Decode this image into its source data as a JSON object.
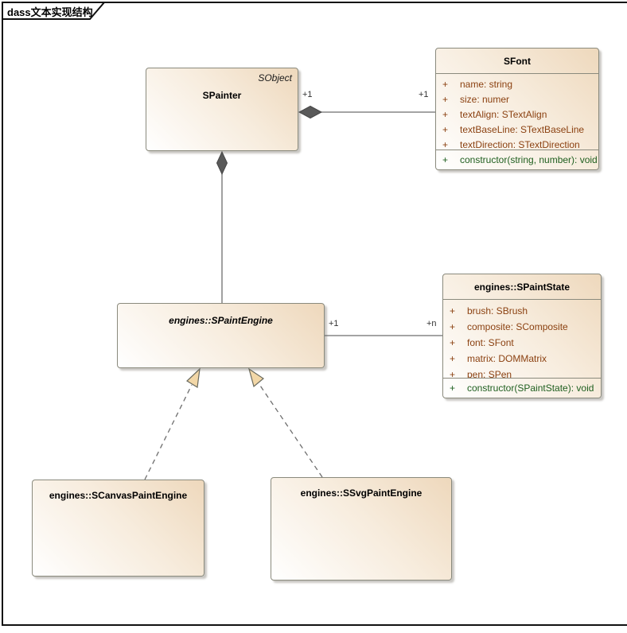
{
  "frame": {
    "title": "dass文本实现结构"
  },
  "classes": {
    "spainter": {
      "name": "SPainter",
      "stereotype": "SObject"
    },
    "sfont": {
      "name": "SFont",
      "attributes": [
        [
          "+",
          "name: string"
        ],
        [
          "+",
          "size: numer"
        ],
        [
          "+",
          "textAlign: STextAlign"
        ],
        [
          "+",
          "textBaseLine: STextBaseLine"
        ],
        [
          "+",
          "textDirection: STextDirection"
        ]
      ],
      "operations": [
        [
          "+",
          "constructor(string, number): void"
        ]
      ]
    },
    "spaintengine": {
      "name": "engines::SPaintEngine",
      "abstract": true
    },
    "spaintstate": {
      "name": "engines::SPaintState",
      "attributes": [
        [
          "+",
          "brush: SBrush"
        ],
        [
          "+",
          "composite: SComposite"
        ],
        [
          "+",
          "font: SFont"
        ],
        [
          "+",
          "matrix: DOMMatrix"
        ],
        [
          "+",
          "pen: SPen"
        ]
      ],
      "operations": [
        [
          "+",
          "constructor(SPaintState): void"
        ]
      ]
    },
    "scanvaspaintengine": {
      "name": "engines::SCanvasPaintEngine"
    },
    "ssvgpaintengine": {
      "name": "engines::SSvgPaintEngine"
    }
  },
  "relationships": {
    "spainter_sfont": {
      "type": "composition",
      "source_mult": "+1",
      "target_mult": "+1"
    },
    "spainter_spaintengine": {
      "type": "composition"
    },
    "spaintengine_spaintstate": {
      "type": "association",
      "source_mult": "+1",
      "target_mult": "+n"
    },
    "scanvas_generalization": {
      "type": "generalization"
    },
    "ssvg_generalization": {
      "type": "generalization"
    }
  },
  "colors": {
    "attribute_text": "#8b4111",
    "operation_text": "#1e5e1e",
    "box_border": "#8a8a7d",
    "box_fill_dark": "#eed8bc",
    "diamond_fill": "#595959",
    "triangle_fill": "#f2d7a7",
    "connector": "#6e6e6e",
    "frame_border": "#111111",
    "label_text": "#333333"
  }
}
